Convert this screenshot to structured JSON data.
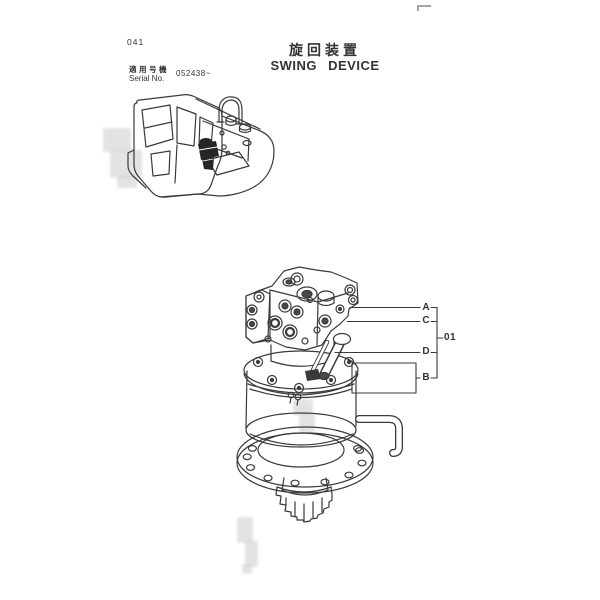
{
  "page": {
    "number": "041"
  },
  "header": {
    "title_jp": "旋回装置",
    "title_en": "SWING DEVICE"
  },
  "serial": {
    "label_jp": "適用号機",
    "label_en": "Serial No.",
    "value": "052438~"
  },
  "callouts": {
    "a": "A",
    "c": "C",
    "d": "D",
    "b": "B",
    "group": "01"
  },
  "figures": {
    "location_figure": "excavator upper structure with swing device highlighted",
    "main_figure": "swing device assembly with valve block, motor, flange and pinion gear"
  },
  "colors": {
    "line": "#3a3a3a",
    "text": "#2f2f2f",
    "fill_dark": "#2a2a2a",
    "watermark": "#c9c9c9",
    "background": "#ffffff"
  }
}
